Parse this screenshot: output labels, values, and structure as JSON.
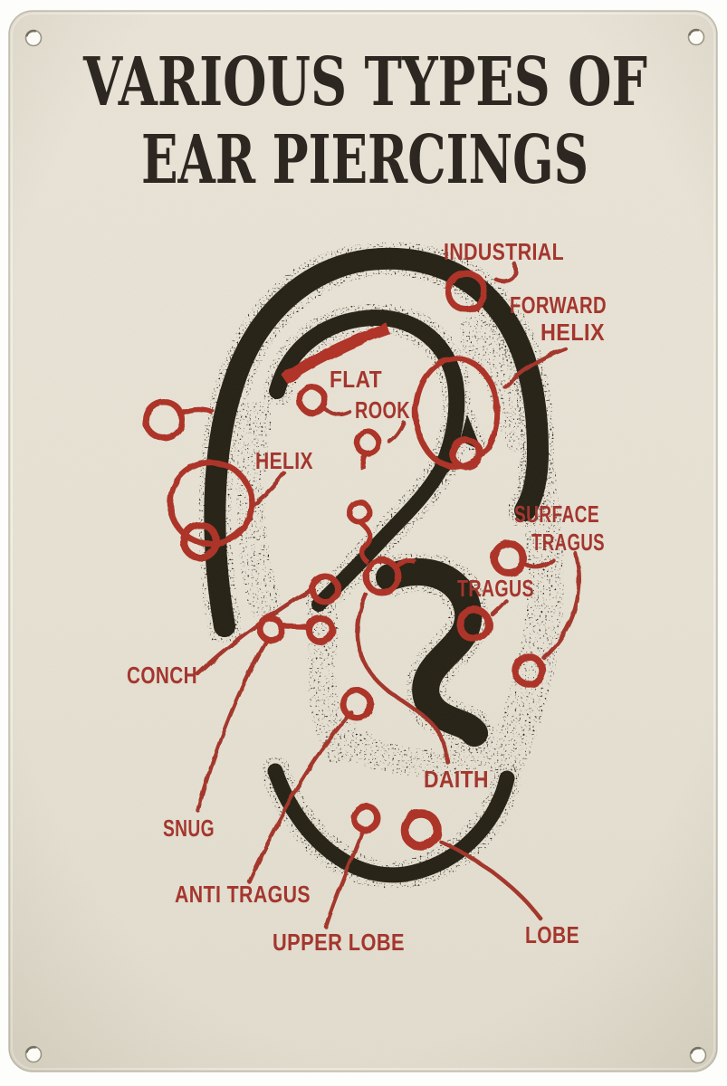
{
  "sign": {
    "title_line1": "VARIOUS TYPES OF",
    "title_line2": "EAR PIERCINGS",
    "colors": {
      "page_background": "#fdfdfc",
      "sign_background": "#e8e3d5",
      "title_ink": "#2a241f",
      "illustration_ink": "#272119",
      "accent_red": "#ae3026",
      "label_red": "#a5342c"
    }
  },
  "diagram": {
    "labels": {
      "industrial": "INDUSTRIAL",
      "forward_helix": [
        "FORWARD",
        "HELIX"
      ],
      "flat": "FLAT",
      "rook": "ROOK",
      "helix": "HELIX",
      "surface_tragus": [
        "SURFACE",
        "TRAGUS"
      ],
      "tragus": "TRAGUS",
      "conch": "CONCH",
      "daith": "DAITH",
      "snug": "SNUG",
      "anti_tragus": "ANTI TRAGUS",
      "upper_lobe": "UPPER LOBE",
      "lobe": "LOBE"
    }
  }
}
